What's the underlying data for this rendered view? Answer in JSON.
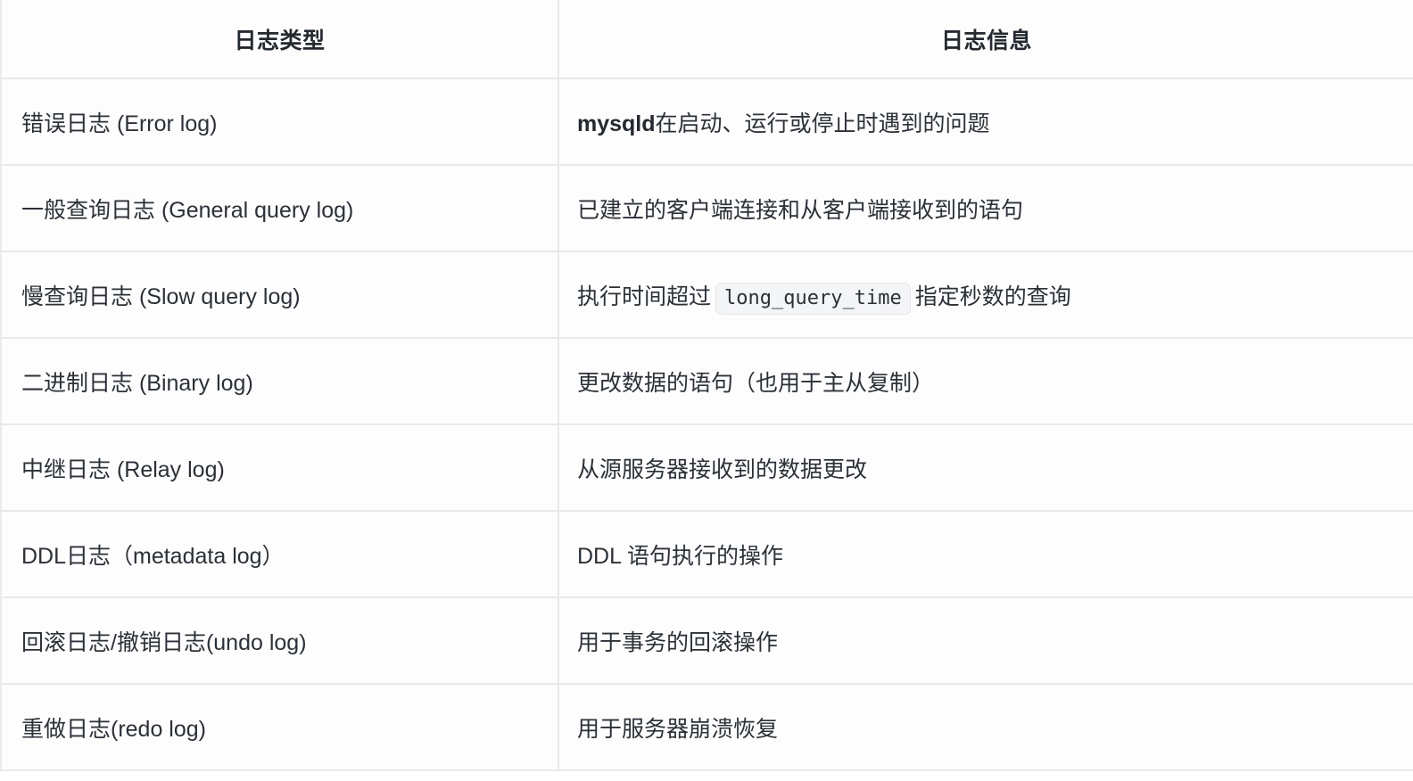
{
  "table": {
    "headers": {
      "type": "日志类型",
      "info": "日志信息"
    },
    "rows": [
      {
        "type": "错误日志 (Error log)",
        "info_bold": "mysqld",
        "info_rest": "在启动、运行或停止时遇到的问题",
        "info_full": "mysqld在启动、运行或停止时遇到的问题"
      },
      {
        "type": "一般查询日志 (General query log)",
        "info_full": "已建立的客户端连接和从客户端接收到的语句"
      },
      {
        "type": "慢查询日志 (Slow query log)",
        "info_prefix": "执行时间超过",
        "info_code": "long_query_time",
        "info_suffix": "指定秒数的查询",
        "info_full": "执行时间超过 long_query_time 指定秒数的查询"
      },
      {
        "type": "二进制日志 (Binary log)",
        "info_full": "更改数据的语句（也用于主从复制）"
      },
      {
        "type": "中继日志 (Relay log)",
        "info_full": "从源服务器接收到的数据更改"
      },
      {
        "type": "DDL日志（metadata log）",
        "info_full": "DDL 语句执行的操作"
      },
      {
        "type": "回滚日志/撤销日志(undo log)",
        "info_full": "用于事务的回滚操作"
      },
      {
        "type": "重做日志(redo log)",
        "info_full": "用于服务器崩溃恢复"
      }
    ]
  },
  "colors": {
    "text": "#24292f",
    "border": "#e7e9ec",
    "code_bg": "#f4f5f7",
    "page_bg": "#fdfdfe"
  }
}
